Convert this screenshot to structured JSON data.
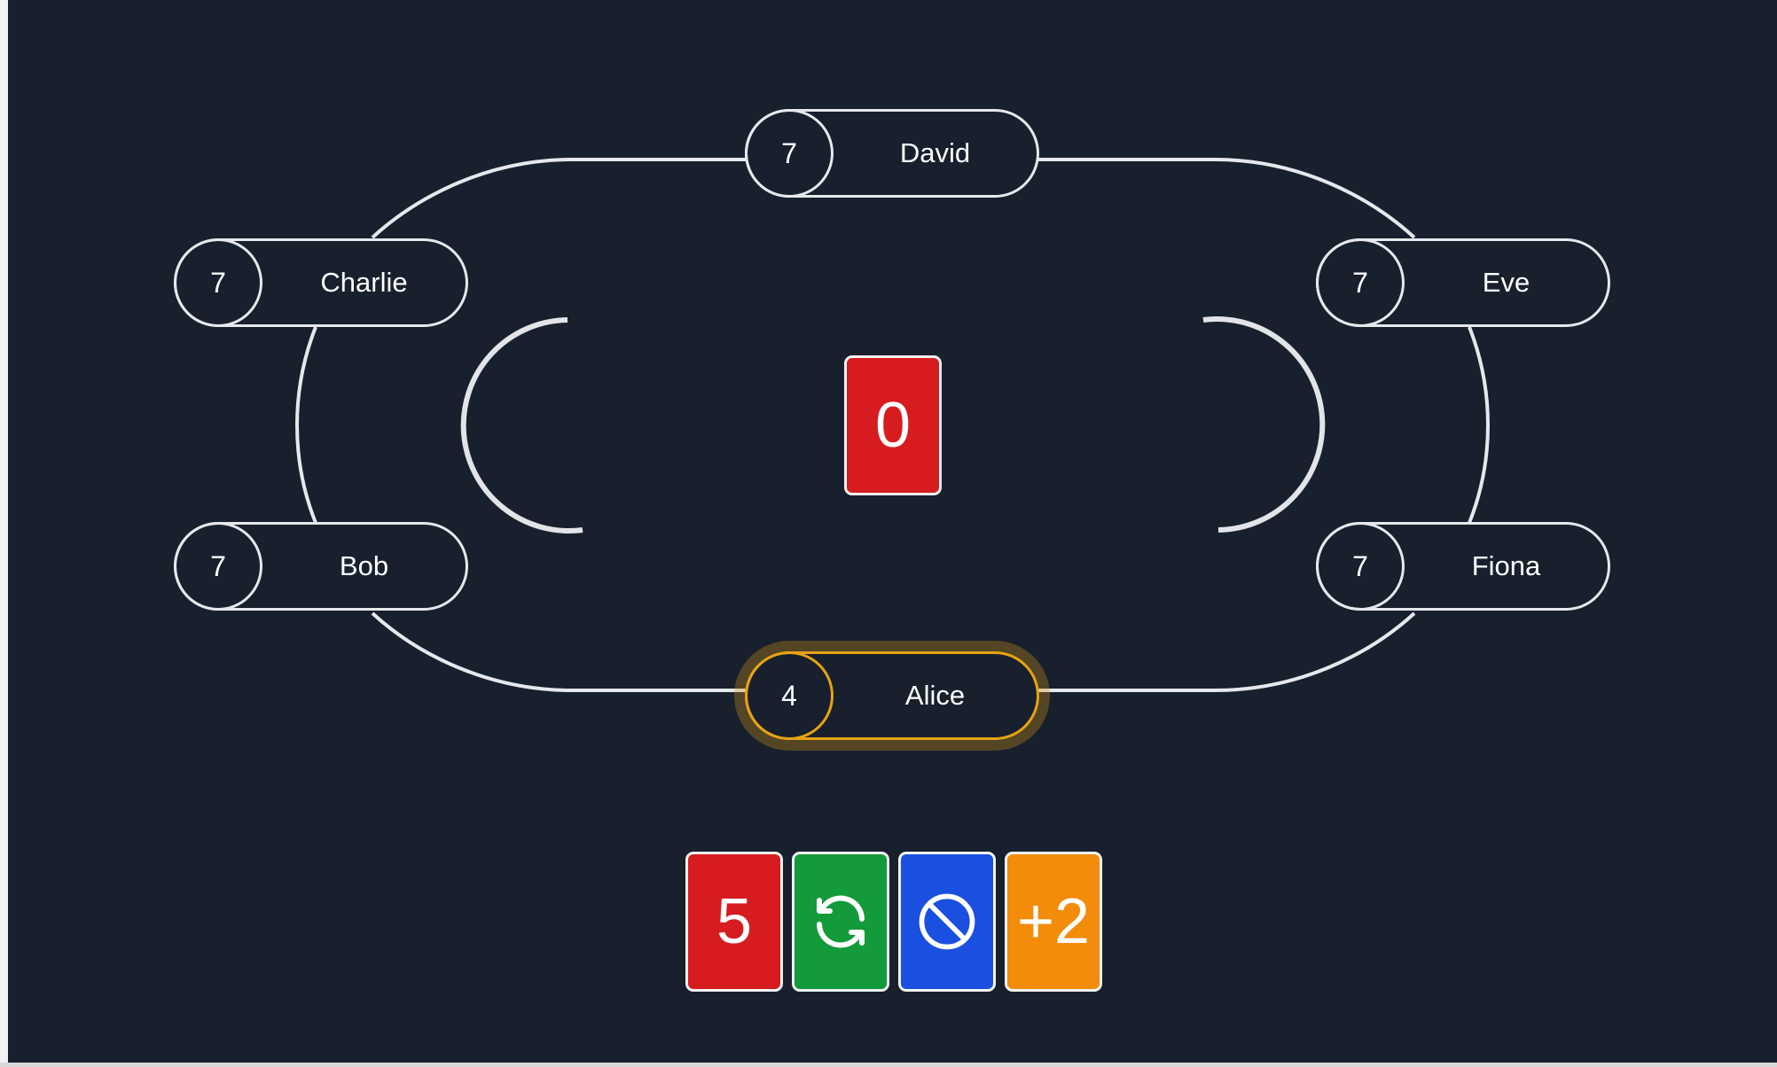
{
  "colors": {
    "background": "#18202e",
    "line": "#e6e8eb",
    "active": "#e6a312",
    "red": "#d71c20",
    "green": "#139a3a",
    "blue": "#1a4fe0",
    "orange": "#f28c0a"
  },
  "players": [
    {
      "name": "David",
      "cards": "7",
      "seat": "top",
      "active": false
    },
    {
      "name": "Charlie",
      "cards": "7",
      "seat": "upper-left",
      "active": false
    },
    {
      "name": "Eve",
      "cards": "7",
      "seat": "upper-right",
      "active": false
    },
    {
      "name": "Bob",
      "cards": "7",
      "seat": "lower-left",
      "active": false
    },
    {
      "name": "Fiona",
      "cards": "7",
      "seat": "lower-right",
      "active": false
    },
    {
      "name": "Alice",
      "cards": "4",
      "seat": "bottom",
      "active": true
    }
  ],
  "discard_pile": {
    "value": "0",
    "color": "red"
  },
  "hand": [
    {
      "label": "5",
      "color": "red",
      "kind": "number"
    },
    {
      "label": "",
      "color": "green",
      "kind": "reverse",
      "icon": "reverse-icon"
    },
    {
      "label": "",
      "color": "blue",
      "kind": "skip",
      "icon": "skip-icon"
    },
    {
      "label": "+2",
      "color": "orange",
      "kind": "draw-two"
    }
  ]
}
